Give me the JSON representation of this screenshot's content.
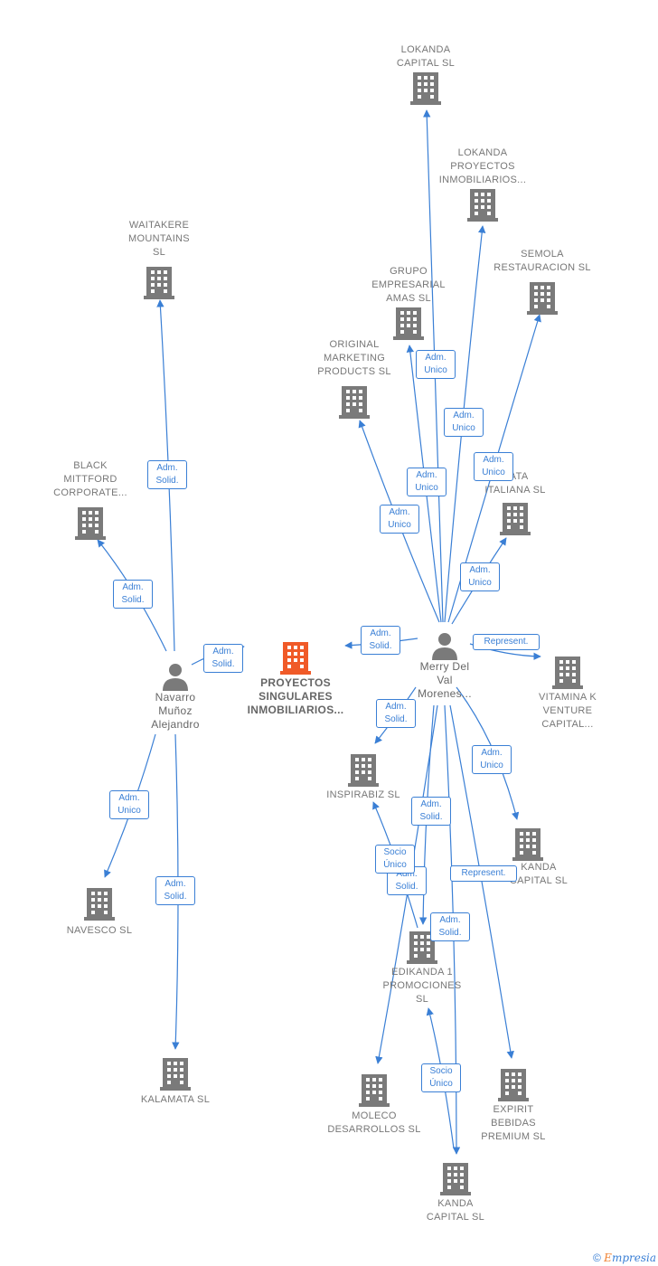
{
  "colors": {
    "edge": "#3a7fd5",
    "building": "#7a7a7a",
    "main_building": "#f05a28",
    "person": "#7a7a7a"
  },
  "nodes": {
    "lokanda_capital_top": "LOKANDA\nCAPITAL  SL",
    "lokanda_proyectos": "LOKANDA\nPROYECTOS\nINMOBILIARIOS...",
    "semola": "SEMOLA\nRESTAURACION SL",
    "grupo_amas": "GRUPO\nEMPRESARIAL\nAMAS SL",
    "original_marketing": "ORIGINAL\nMARKETING\nPRODUCTS SL",
    "waitakere": "WAITAKERE\nMOUNTAINS\nSL",
    "black_mittford": "BLACK\nMITTFORD\nCORPORATE...",
    "nata_italiana": "NATA\nITALIANA  SL",
    "proyectos_singulares": "PROYECTOS\nSINGULARES\nINMOBILIARIOS...",
    "navarro": "Navarro\nMuñoz\nAlejandro",
    "merry": "Merry Del\nVal\nMorenes...",
    "vitamina": "VITAMINA K\nVENTURE\nCAPITAL...",
    "inspirabiz": "INSPIRABIZ  SL",
    "kanda_capital_mid": "KANDA\nCAPITAL  SL",
    "navesco": "NAVESCO SL",
    "edikanda": "EDIKANDA 1\nPROMOCIONES\nSL",
    "kalamata": "KALAMATA SL",
    "moleco": "MOLECO\nDESARROLLOS SL",
    "expirit": "EXPIRIT\nBEBIDAS\nPREMIUM SL",
    "kanda_capital_bottom": "KANDA\nCAPITAL  SL"
  },
  "badges": {
    "b1": "Adm.\nUnico",
    "b2": "Adm.\nUnico",
    "b3": "Adm.\nUnico",
    "b4": "Adm.\nUnico",
    "b5": "Adm.\nUnico",
    "b6": "Adm.\nUnico",
    "b7": "Adm.\nSolid.",
    "b8": "Adm.\nSolid.",
    "b9": "Adm.\nSolid.",
    "b10": "Adm.\nSolid.",
    "b11": "Represent.",
    "b12": "Adm.\nSolid.",
    "b13": "Adm.\nUnico",
    "b14": "Adm.\nUnico",
    "b15": "Adm.\nSolid.",
    "b16": "Socio\nÚnico",
    "b17": "Adm.\nSolid.",
    "b18": "Represent.",
    "b19": "Adm.\nSolid.",
    "b20": "Adm.\nSolid.",
    "b21": "Socio\nÚnico"
  },
  "footer": {
    "copyright": "©",
    "brand_first": "E",
    "brand_rest": "mpresia"
  }
}
